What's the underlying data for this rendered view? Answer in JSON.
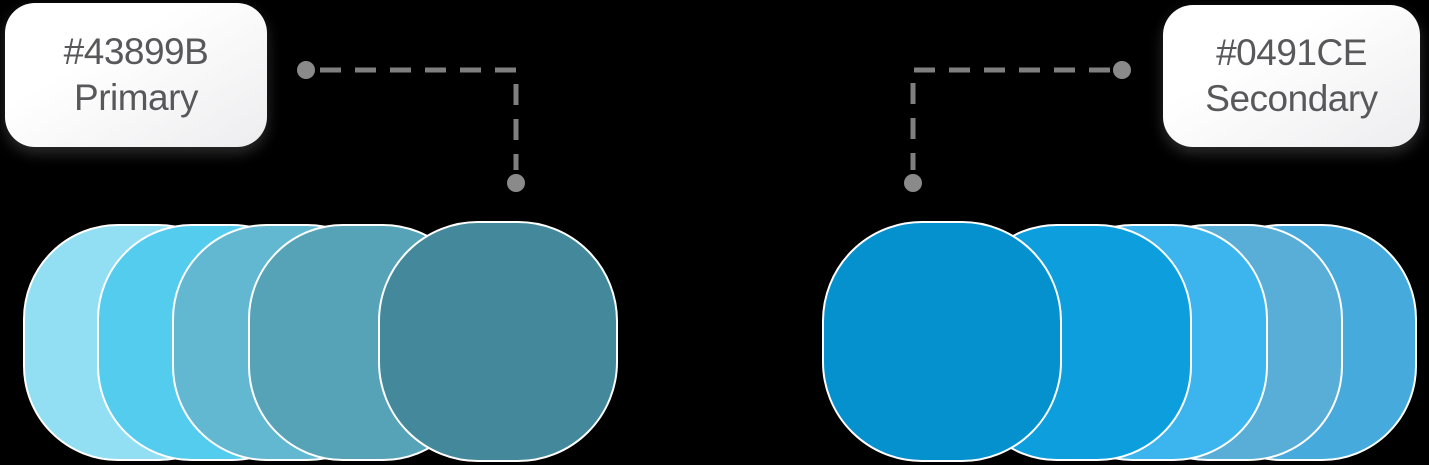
{
  "background_color": "#000000",
  "connector": {
    "line_color": "#7f7f7f",
    "dot_color": "#8a8a8a"
  },
  "groups": [
    {
      "id": "primary",
      "label": {
        "hex": "#43899B",
        "name": "Primary"
      },
      "swatches": [
        {
          "name": "primary-tint-1",
          "color": "#92DFF4"
        },
        {
          "name": "primary-tint-2",
          "color": "#54CCEE"
        },
        {
          "name": "primary-tint-3",
          "color": "#62B8D1"
        },
        {
          "name": "primary-tint-4",
          "color": "#56A3B8"
        },
        {
          "name": "primary-base",
          "color": "#43899B"
        }
      ]
    },
    {
      "id": "secondary",
      "label": {
        "hex": "#0491CE",
        "name": "Secondary"
      },
      "swatches": [
        {
          "name": "secondary-base",
          "color": "#0491CE"
        },
        {
          "name": "secondary-tint-2",
          "color": "#0C9EDD"
        },
        {
          "name": "secondary-tint-3",
          "color": "#3CB4ED"
        },
        {
          "name": "secondary-tint-4",
          "color": "#59AED8"
        },
        {
          "name": "secondary-tint-5",
          "color": "#46AADC"
        }
      ]
    }
  ]
}
